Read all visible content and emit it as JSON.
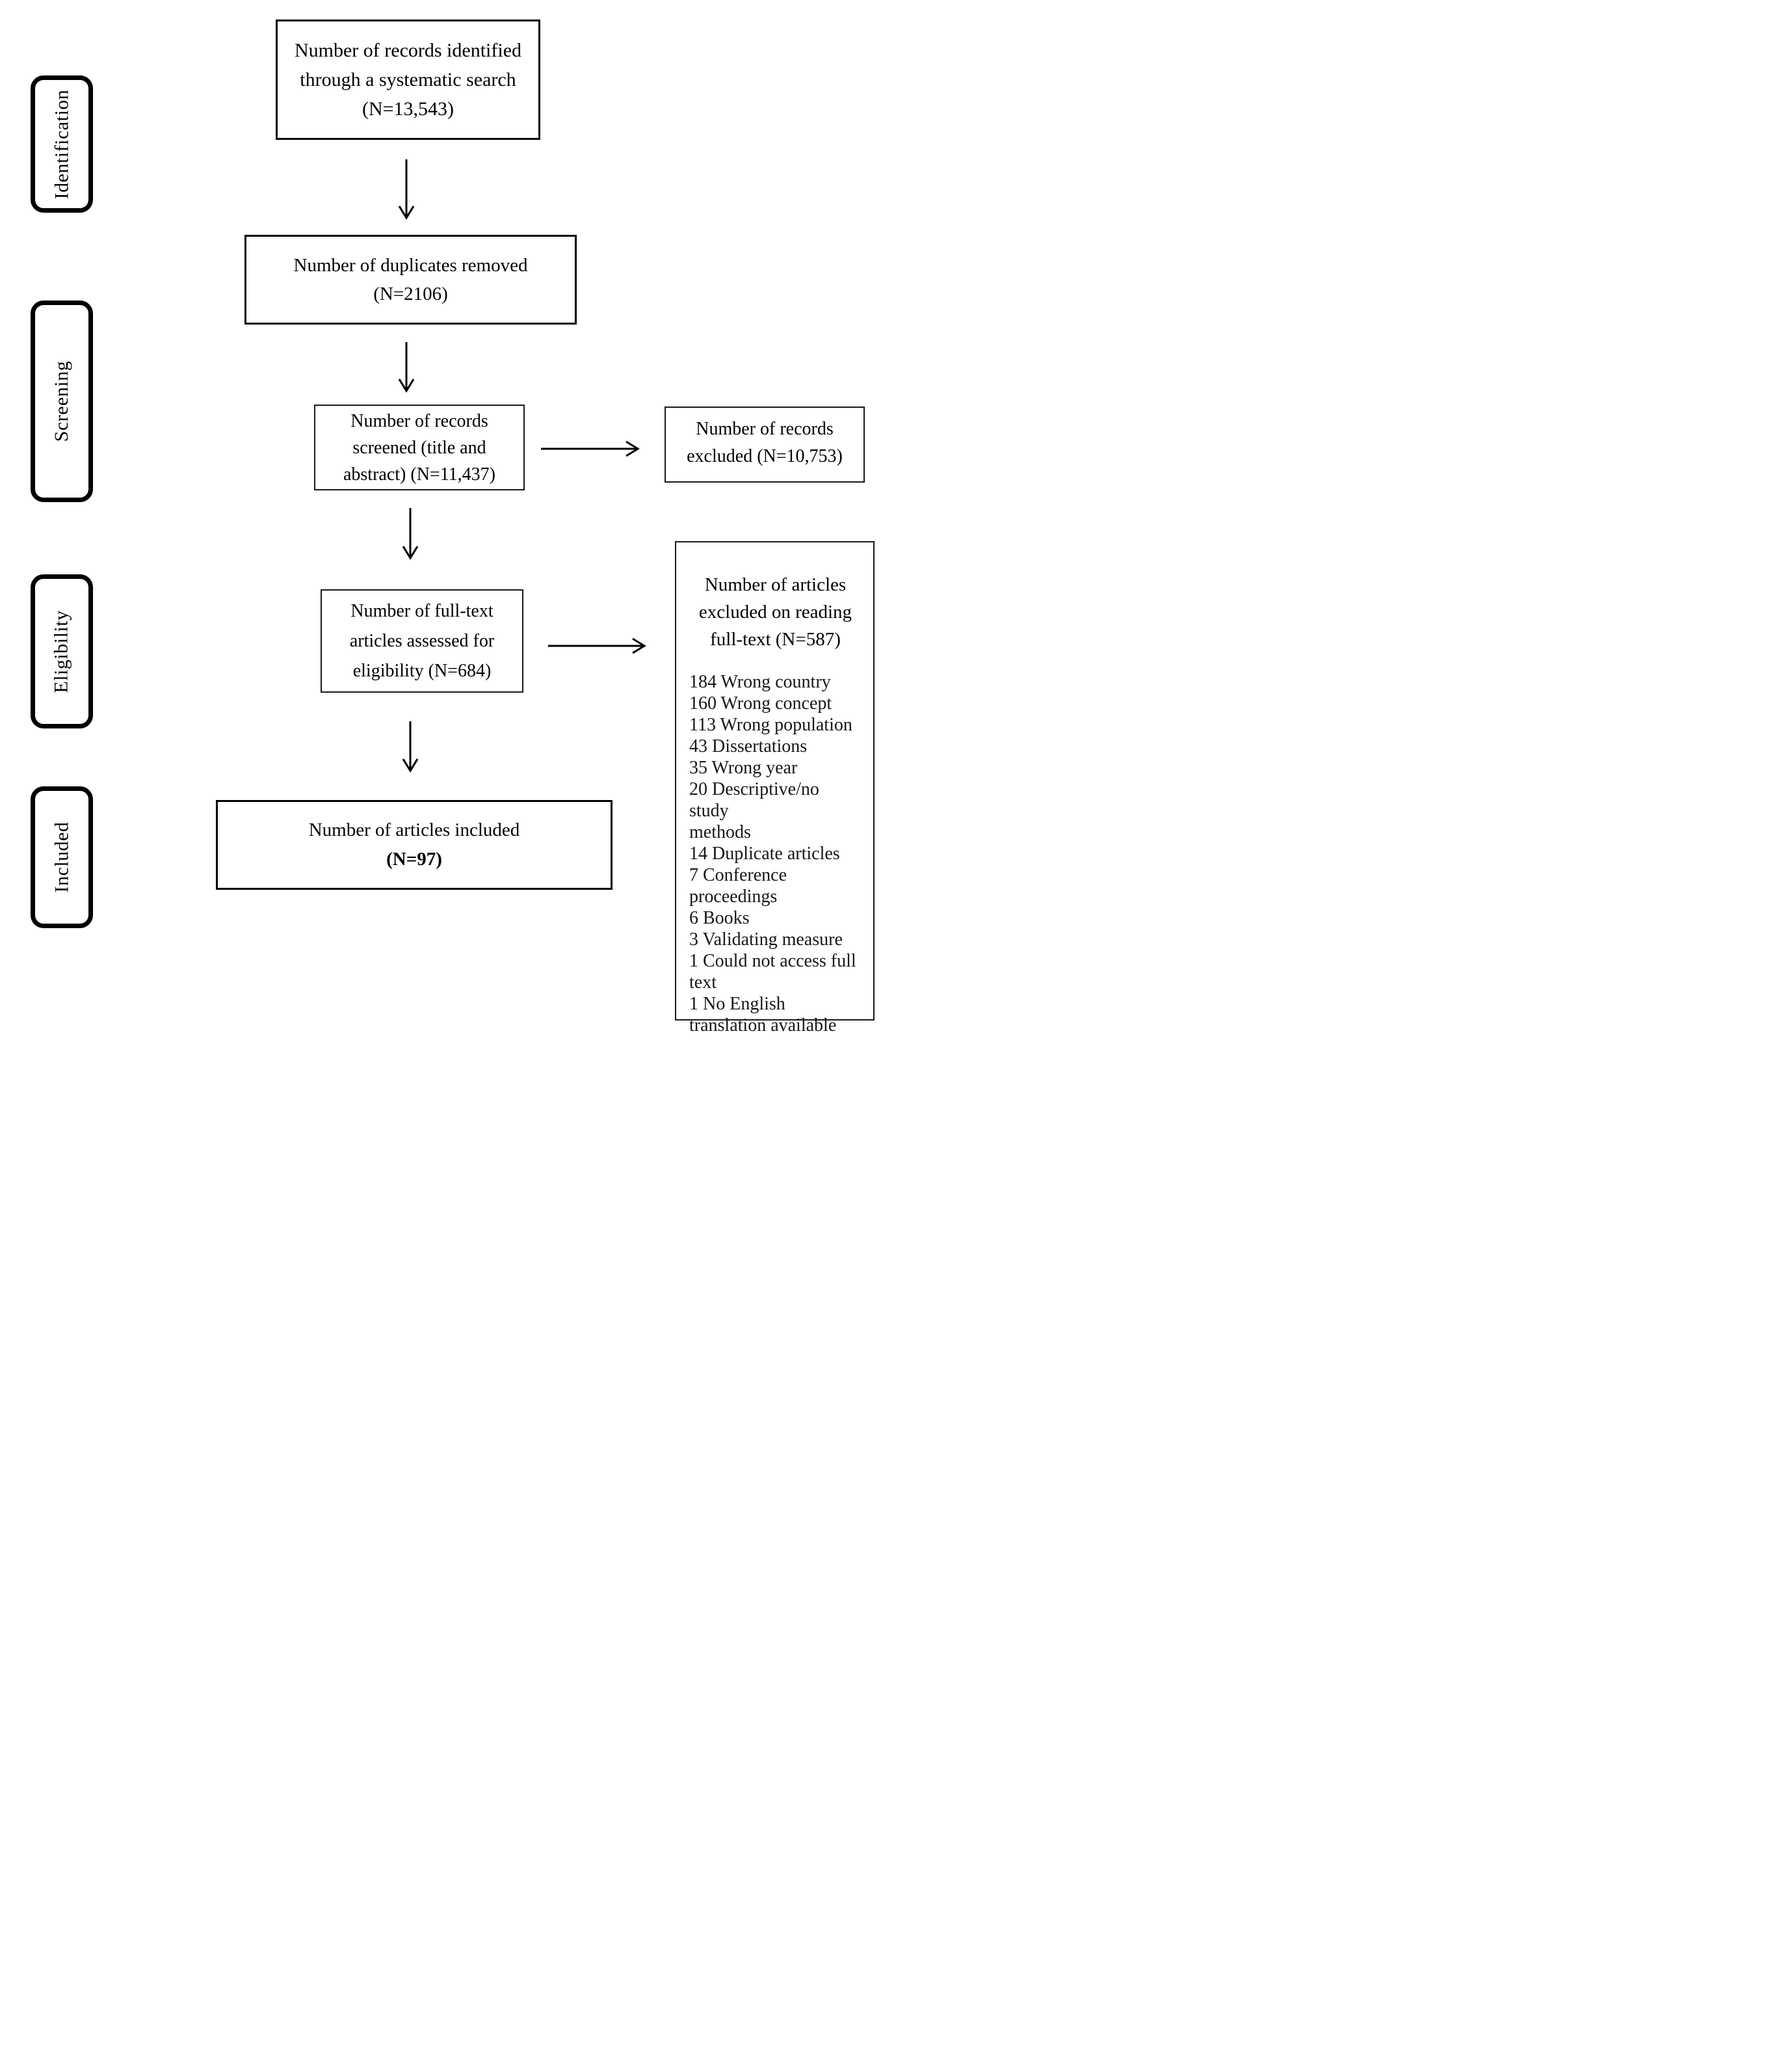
{
  "flowchart": {
    "stages": [
      {
        "label": "Identification"
      },
      {
        "label": "Screening"
      },
      {
        "label": "Eligibility"
      },
      {
        "label": "Included"
      }
    ],
    "boxes": {
      "identified": {
        "lines": [
          "Number of records identified",
          "through a systematic search",
          "(N=13,543)"
        ]
      },
      "duplicates": {
        "lines": [
          "Number of duplicates removed",
          "(N=2106)"
        ]
      },
      "screened": {
        "lines": [
          "Number of records",
          "screened (title and",
          "abstract) (N=11,437)"
        ]
      },
      "records_excluded": {
        "lines": [
          "Number of records",
          "excluded (N=10,753)"
        ]
      },
      "fulltext": {
        "lines": [
          "Number of full-text",
          "articles assessed for",
          "eligibility (N=684)"
        ]
      },
      "fulltext_excluded": {
        "header_lines": [
          "Number of articles",
          "excluded on reading",
          "full-text (N=587)"
        ],
        "reasons": [
          "184 Wrong country",
          "160 Wrong concept",
          "113 Wrong population",
          "43 Dissertations",
          "35 Wrong year",
          "20 Descriptive/no study\nmethods",
          "14 Duplicate articles",
          "7 Conference\nproceedings",
          "6 Books",
          "3 Validating measure",
          "1 Could not access full\ntext",
          "1 No English\ntranslation available"
        ]
      },
      "included": {
        "line1": "Number of articles included",
        "line2": "(N=97)"
      }
    },
    "colors": {
      "ink": "#000000",
      "background": "#ffffff"
    }
  }
}
